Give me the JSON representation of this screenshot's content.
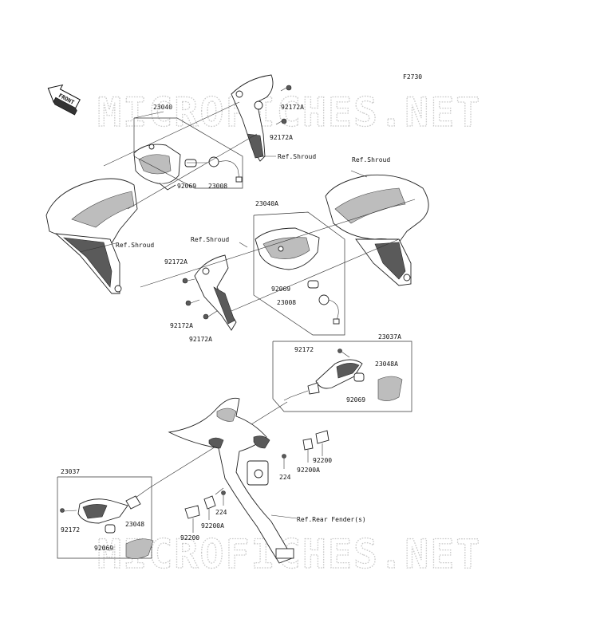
{
  "figure_code": "F2730",
  "front_label": "FRONT",
  "watermark_top": "MICROFICHES.NET",
  "watermark_bottom": "MICROFICHES.NET",
  "callouts": {
    "p23040": "23040",
    "p92172A_a": "92172A",
    "p92172A_b": "92172A",
    "ref_shroud_a": "Ref.Shroud",
    "p92069_a": "92069",
    "p23008_a": "23008",
    "ref_shroud_b": "Ref.Shroud",
    "ref_shroud_c": "Ref.Shroud",
    "p23040A": "23040A",
    "ref_shroud_d": "Ref.Shroud",
    "p92172A_c": "92172A",
    "p92069_b": "92069",
    "p23008_b": "23008",
    "p92172A_d": "92172A",
    "p92172A_e": "92172A",
    "p23037A": "23037A",
    "p92172_a": "92172",
    "p23048A": "23048A",
    "p92069_c": "92069",
    "p224_a": "224",
    "p92200A_a": "92200A",
    "p92200_a": "92200",
    "p23037": "23037",
    "p92172_b": "92172",
    "p23048": "23048",
    "p92069_d": "92069",
    "ref_rear_fender": "Ref.Rear Fender(s)",
    "p224_b": "224",
    "p92200A_b": "92200A",
    "p92200_b": "92200"
  }
}
